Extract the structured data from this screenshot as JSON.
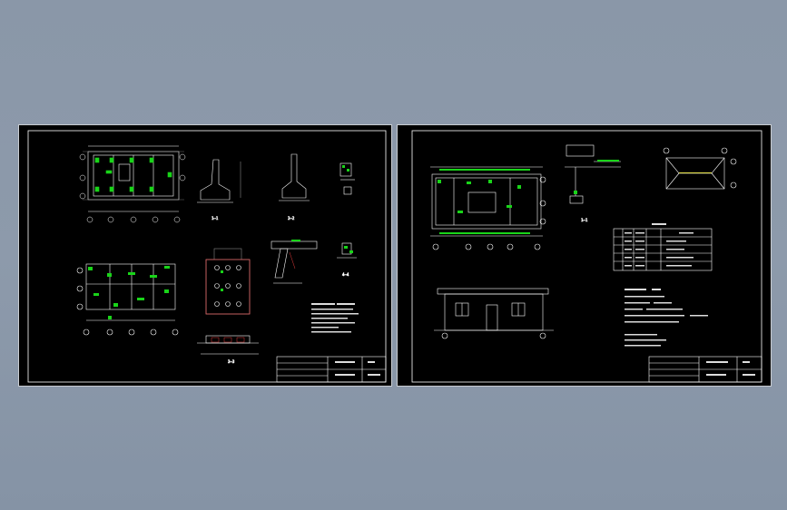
{
  "colors": {
    "background": "#8a97a8",
    "sheet": "#000000",
    "line": "#ffffff",
    "green": "#19d419",
    "red": "#e23b3b",
    "cyan": "#39d9e0",
    "yellow": "#e6e24a"
  },
  "sheets": [
    {
      "id": "left",
      "labels": {
        "plan_top": "",
        "plan_bottom": "",
        "section_1": "1—1",
        "section_2": "2—2",
        "section_3": "3—3",
        "section_4": "4—4"
      }
    },
    {
      "id": "right",
      "labels": {
        "section_1": "1—1",
        "elevation": "",
        "roof": ""
      }
    }
  ]
}
